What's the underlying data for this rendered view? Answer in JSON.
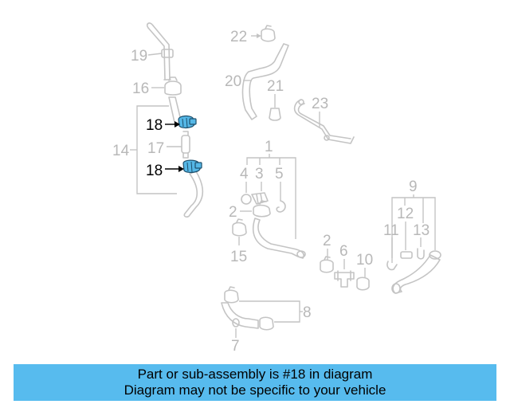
{
  "diagram": {
    "labels": {
      "l1": "1",
      "l2a": "2",
      "l2b": "2",
      "l3": "3",
      "l4": "4",
      "l5": "5",
      "l6": "6",
      "l7": "7",
      "l8": "8",
      "l9": "9",
      "l10": "10",
      "l11": "11",
      "l12": "12",
      "l13": "13",
      "l14": "14",
      "l15": "15",
      "l16": "16",
      "l17": "17",
      "l18a": "18",
      "l18b": "18",
      "l19": "19",
      "l20": "20",
      "l21": "21",
      "l22": "22",
      "l23": "23"
    },
    "highlighted_part": "18",
    "highlight_color": "#55b7e6",
    "banner_color": "#57bbee"
  },
  "banner": {
    "line1": "Part or sub-assembly is #18 in diagram",
    "line2": "Diagram may not be specific to your vehicle"
  }
}
